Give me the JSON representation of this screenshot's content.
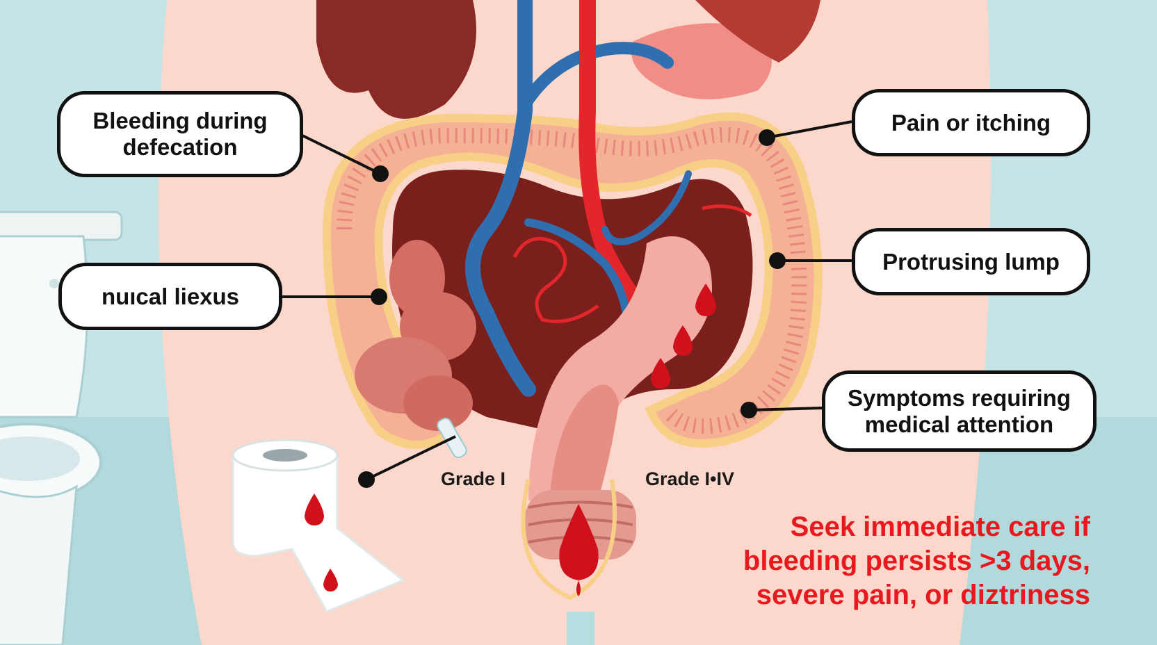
{
  "callouts": {
    "bleeding_during_defecation": "Bleeding during\ndefecation",
    "nuical_liexus": "nuıcal liexus",
    "pain_or_itching": "Pain or itching",
    "protrusing_lump": "Protrusing lump",
    "symptoms_requiring_medical_attention": "Symptoms requiring\nmedical attention"
  },
  "grades": {
    "left": "Grade I",
    "right": "Grade I•IV"
  },
  "warning": {
    "line1": "Seek immediate care if",
    "line2": "bleeding persists >3 days,",
    "line3": "severe pain, or diztriness"
  },
  "colors": {
    "background_wall": "#bfe0e3",
    "skin": "#fbd6c8",
    "organ_dark": "#8a2a26",
    "colon_pink": "#f0978f",
    "vein_blue": "#2f6fb0",
    "artery_red": "#e3262b",
    "blood": "#d0101a",
    "warning_text": "#e8191e"
  },
  "icons": [
    "toilet-icon",
    "toilet-paper-icon",
    "blood-drop-icon",
    "hemorrhoid-icon"
  ]
}
